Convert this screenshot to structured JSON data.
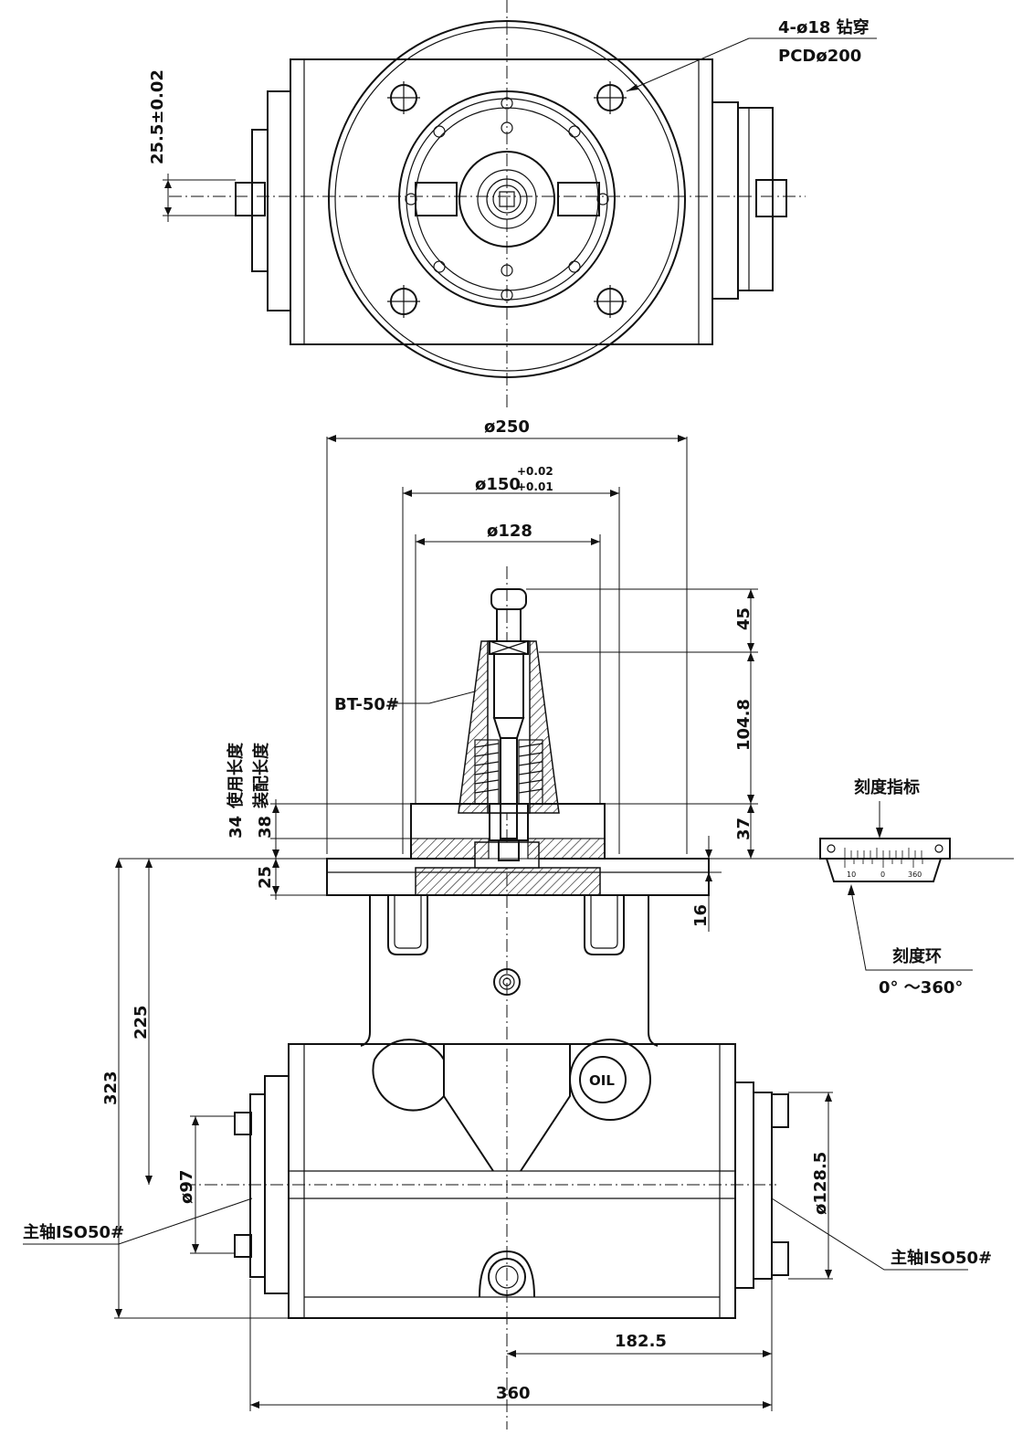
{
  "top_view": {
    "hole_callout": "4-ø18  钻穿",
    "pcd_callout": "PCDø200",
    "offset_dim": "25.5±0.02"
  },
  "front_view": {
    "dia_250": "ø250",
    "dia_150": "ø150",
    "dia_150_tol_upper": "+0.02",
    "dia_150_tol_lower": "+0.01",
    "dia_128": "ø128",
    "tool_label": "BT-50#",
    "use_length_label": "使用长度",
    "fit_length_label": "装配长度",
    "dim_34": "34",
    "dim_38": "38",
    "dim_25": "25",
    "dim_45": "45",
    "dim_104_8": "104.8",
    "dim_37": "37",
    "dim_16": "16",
    "dim_225": "225",
    "dim_323": "323",
    "dim_97": "ø97",
    "dim_128_5": "ø128.5",
    "dim_182_5": "182.5",
    "dim_360": "360",
    "spindle_left": "主轴ISO50#",
    "spindle_right": "主轴ISO50#",
    "oil_label": "OIL"
  },
  "scale": {
    "indicator_label": "刻度指标",
    "ring_label": "刻度环",
    "range_label": "0° ～360°",
    "tick_10": "10",
    "tick_0": "0",
    "tick_360": "360"
  }
}
